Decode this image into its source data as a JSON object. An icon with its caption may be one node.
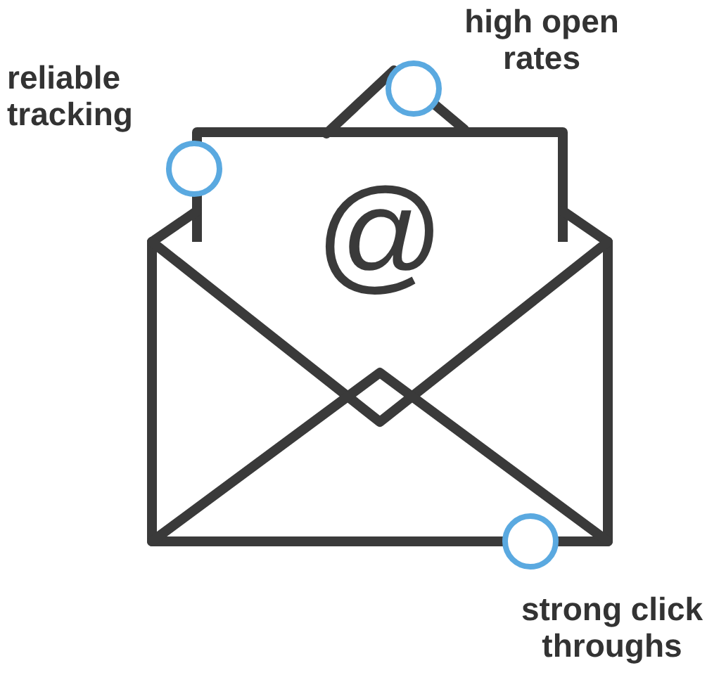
{
  "diagram": {
    "labels": [
      "high open rates",
      "reliable tracking",
      "@",
      "strong click throughs"
    ]
  }
}
